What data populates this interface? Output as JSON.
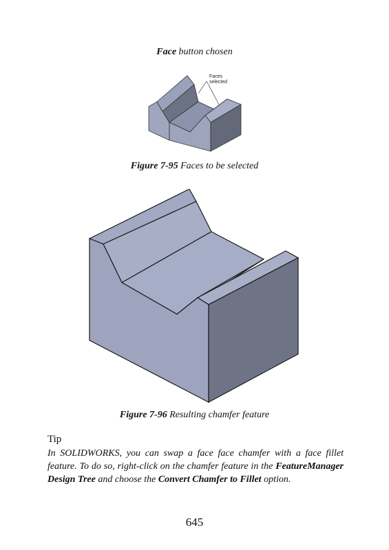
{
  "top_caption": {
    "bold": "Face",
    "rest": " button chosen"
  },
  "figure_95": {
    "label": "Figure 7-95",
    "caption": " Faces to be selected",
    "callout_line1": "Faces",
    "callout_line2": "selected"
  },
  "figure_96": {
    "label": "Figure 7-96",
    "caption": " Resulting chamfer feature"
  },
  "tip": {
    "heading": "Tip",
    "text_1": "In SOLIDWORKS, you can swap a face face chamfer with a face fillet feature. To do so, right-click on the chamfer feature in the ",
    "bold_1": "FeatureManager Design Tree",
    "text_2": " and choose the ",
    "bold_2": "Convert Chamfer to Fillet",
    "text_3": " option."
  },
  "page_number": "645",
  "colors": {
    "face_light": "#a4abc4",
    "face_mid": "#9aa1bb",
    "face_dark": "#6f7586",
    "edge": "#1a1a1a"
  }
}
